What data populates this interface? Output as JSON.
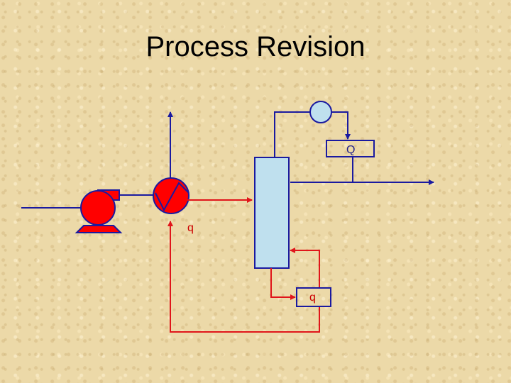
{
  "title": "Process Revision",
  "labels": {
    "condenser_duty": "Q",
    "heater_duty": "q",
    "reboiler_duty": "q"
  },
  "colors": {
    "equipment_red": "#ff0000",
    "equipment_outline": "#1a1aa0",
    "column_fill": "#bfe0ee",
    "blue_stream": "#1a1aa0",
    "red_stream": "#e0151a",
    "label_blue": "#22228c",
    "label_red": "#cc0000"
  },
  "icons": [
    "pump-icon",
    "heat-exchanger-icon",
    "distillation-column",
    "condenser-icon"
  ]
}
